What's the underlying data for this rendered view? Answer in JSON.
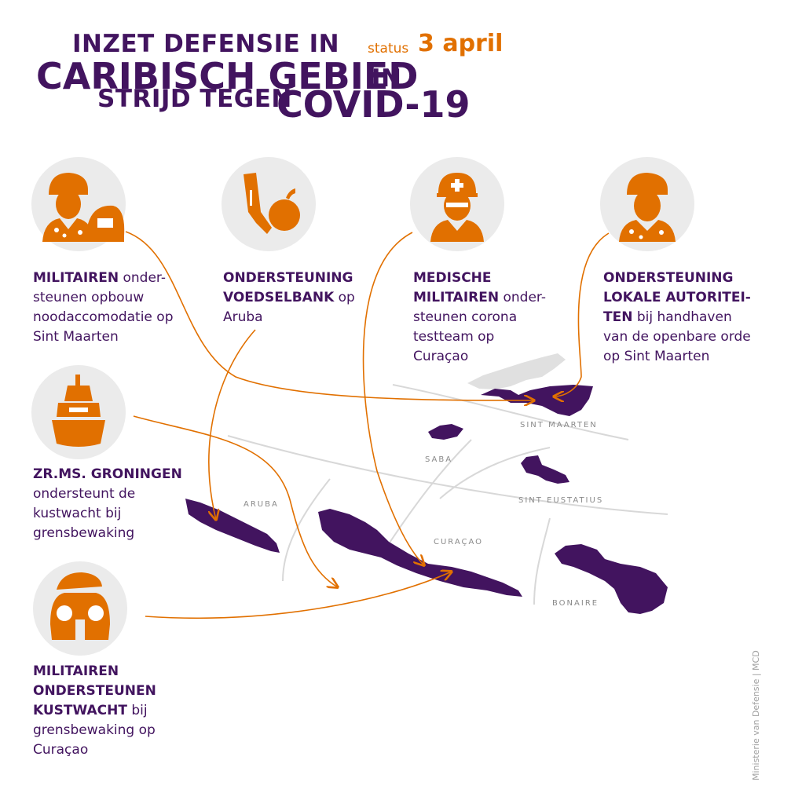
{
  "title": {
    "line1": "INZET DEFENSIE IN",
    "line2": "CARIBISCH GEBIED",
    "line2_suffix": "IN",
    "line3": "STRIJD TEGEN",
    "line4": "COVID-19"
  },
  "status": {
    "label": "status",
    "date": "3 april"
  },
  "colors": {
    "purple": "#42145f",
    "orange": "#e17000",
    "grey": "#ebebeb",
    "light_grey": "#d8d8d8"
  },
  "deployments": [
    {
      "icon": "soldier-tent-icon",
      "bold": "MILITAIREN",
      "text": " onder-\nsteunen opbouw\nnoodaccomodatie op\nSint Maarten"
    },
    {
      "icon": "leek-apple-icon",
      "bold": "ONDERSTEUNING\nVOEDSELBANK",
      "text": " op\nAruba"
    },
    {
      "icon": "medic-soldier-icon",
      "bold": "MEDISCHE\nMILITAIREN",
      "text": " onder-\nsteunen corona\ntestteam op\nCuraçao"
    },
    {
      "icon": "soldier-icon",
      "bold": "ONDERSTEUNING\nLOKALE AUTORITEI-\nTEN",
      "text": " bij handhaven\nvan de openbare orde\nop Sint Maarten"
    },
    {
      "icon": "ship-icon",
      "bold": "ZR.MS. GRONINGEN",
      "text": "\nondersteunt de\nkustwacht bij\ngrensbewaking"
    },
    {
      "icon": "binoculars-icon",
      "bold": "MILITAIREN\nONDERSTEUNEN\nKUSTWACHT",
      "text": " bij\ngrensbewaking op\nCuraçao"
    }
  ],
  "islands": {
    "sint_maarten": "SINT MAARTEN",
    "saba": "SABA",
    "sint_eustatius": "SINT EUSTATIUS",
    "aruba": "ARUBA",
    "curacao": "CURAÇAO",
    "bonaire": "BONAIRE"
  },
  "credit": "Ministerie van Defensie | MCD"
}
